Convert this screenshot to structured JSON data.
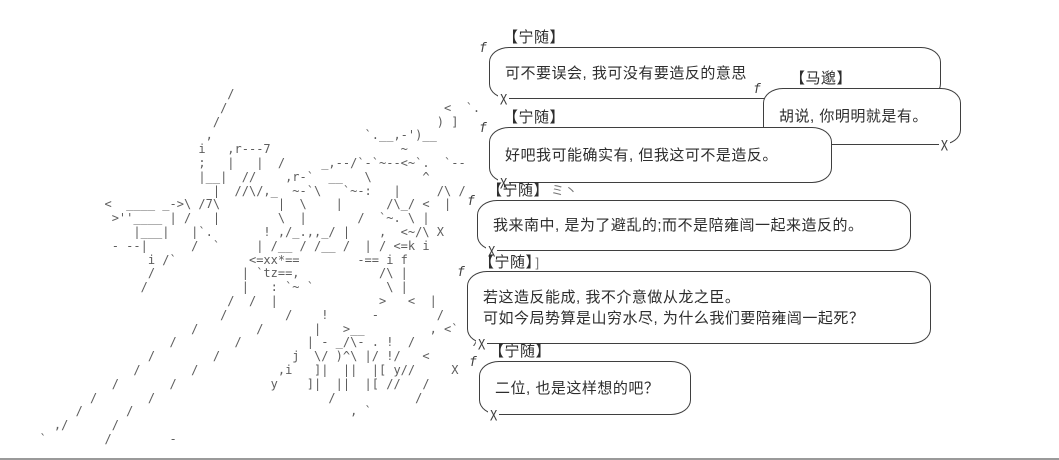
{
  "scene": {
    "background_color": "#ffffff",
    "line_color": "#3f3f3f",
    "text_color": "#2d2d2d",
    "art_color": "#5d5d5d"
  },
  "dialogue": [
    {
      "speaker": "【宁随】",
      "text": "可不要误会, 我可没有要造反的意思"
    },
    {
      "speaker": "【马邈】",
      "text": "胡说, 你明明就是有。"
    },
    {
      "speaker": "【宁随】",
      "text": "好吧我可能确实有, 但我这可不是造反。"
    },
    {
      "speaker": "【宁随】",
      "decor": "ミ丶",
      "text": "我来南中, 是为了避乱的;而不是陪雍闿一起来造反的。"
    },
    {
      "speaker": "【宁随】",
      "decor": "]",
      "lines": [
        "若这造反能成, 我不介意做从龙之臣。",
        "可如今局势算是山穷水尽, 为什么我们要陪雍闿一起死？"
      ]
    },
    {
      "speaker": "【宁随】",
      "text": "二位, 也是这样想的吧？"
    }
  ],
  "ascii_art": "                            /\n                           /                              <  `.\n                          /                              ) ]\n                         ,                     `.__,-')__\n                        i   ,r---7                  ~\n                        ;   |   |  /     _,--/`-`~--<~`.  `--\n                        |__|  //    ,r-`  __   \\       ^\n                          |  //\\/,_  ~-`\\   `~-:   |     /\\ /\n           <  ____ _->\\ /7\\        |  \\    |      /\\_/ <  |\n            >''____ | /   |        \\  |       /  `~. \\ |\n               |___|   |`.       ! ,/_.,,_/ |    ,  <~/\\ X\n            - --|      /  `     | /__ / /__ /  | / <=k i\n                 i /`          <=xx*==        -== i f\n                 /            | `tz==,           /\\ |\n                /             |   : `~ `          \\ |\n                            /  /  |              >   <  |\n                           /        /    !      -        /\n                       /        /       |   >__         , <`\n                    /        /         | - _/\\- . !  /        X\n                 /        /          j  \\/ )^\\ |/ !/   <\n               /       /           ,i   ]|  ||  |[ y//     X\n            /       /             y    ]|  ||  |[ //   /\n         /       /                        /           /\n       /      /                              , `\n    ,/      /\n  `        /        -"
}
